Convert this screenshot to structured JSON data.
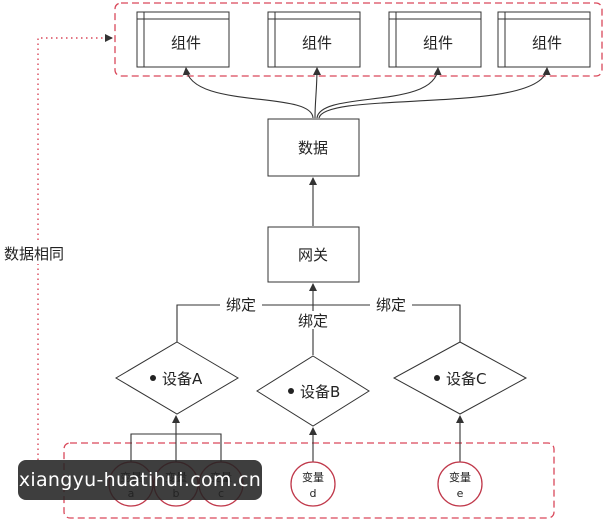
{
  "components": {
    "label": "组件"
  },
  "data_node": {
    "label": "数据"
  },
  "gateway": {
    "label": "网关"
  },
  "bind": {
    "label": "绑定"
  },
  "side_label": "数据相同",
  "devices": [
    "设备A",
    "设备B",
    "设备C"
  ],
  "variables": [
    {
      "label": "变量",
      "sub": "a"
    },
    {
      "label": "变量",
      "sub": "b"
    },
    {
      "label": "变量",
      "sub": "c"
    },
    {
      "label": "变量",
      "sub": "d"
    },
    {
      "label": "变量",
      "sub": "e"
    }
  ],
  "watermark": "xiangyu-huatihui.com.cn",
  "colors": {
    "dashed_border": "#d9485a",
    "variable_circle": "#c0394b",
    "line": "#333333"
  }
}
